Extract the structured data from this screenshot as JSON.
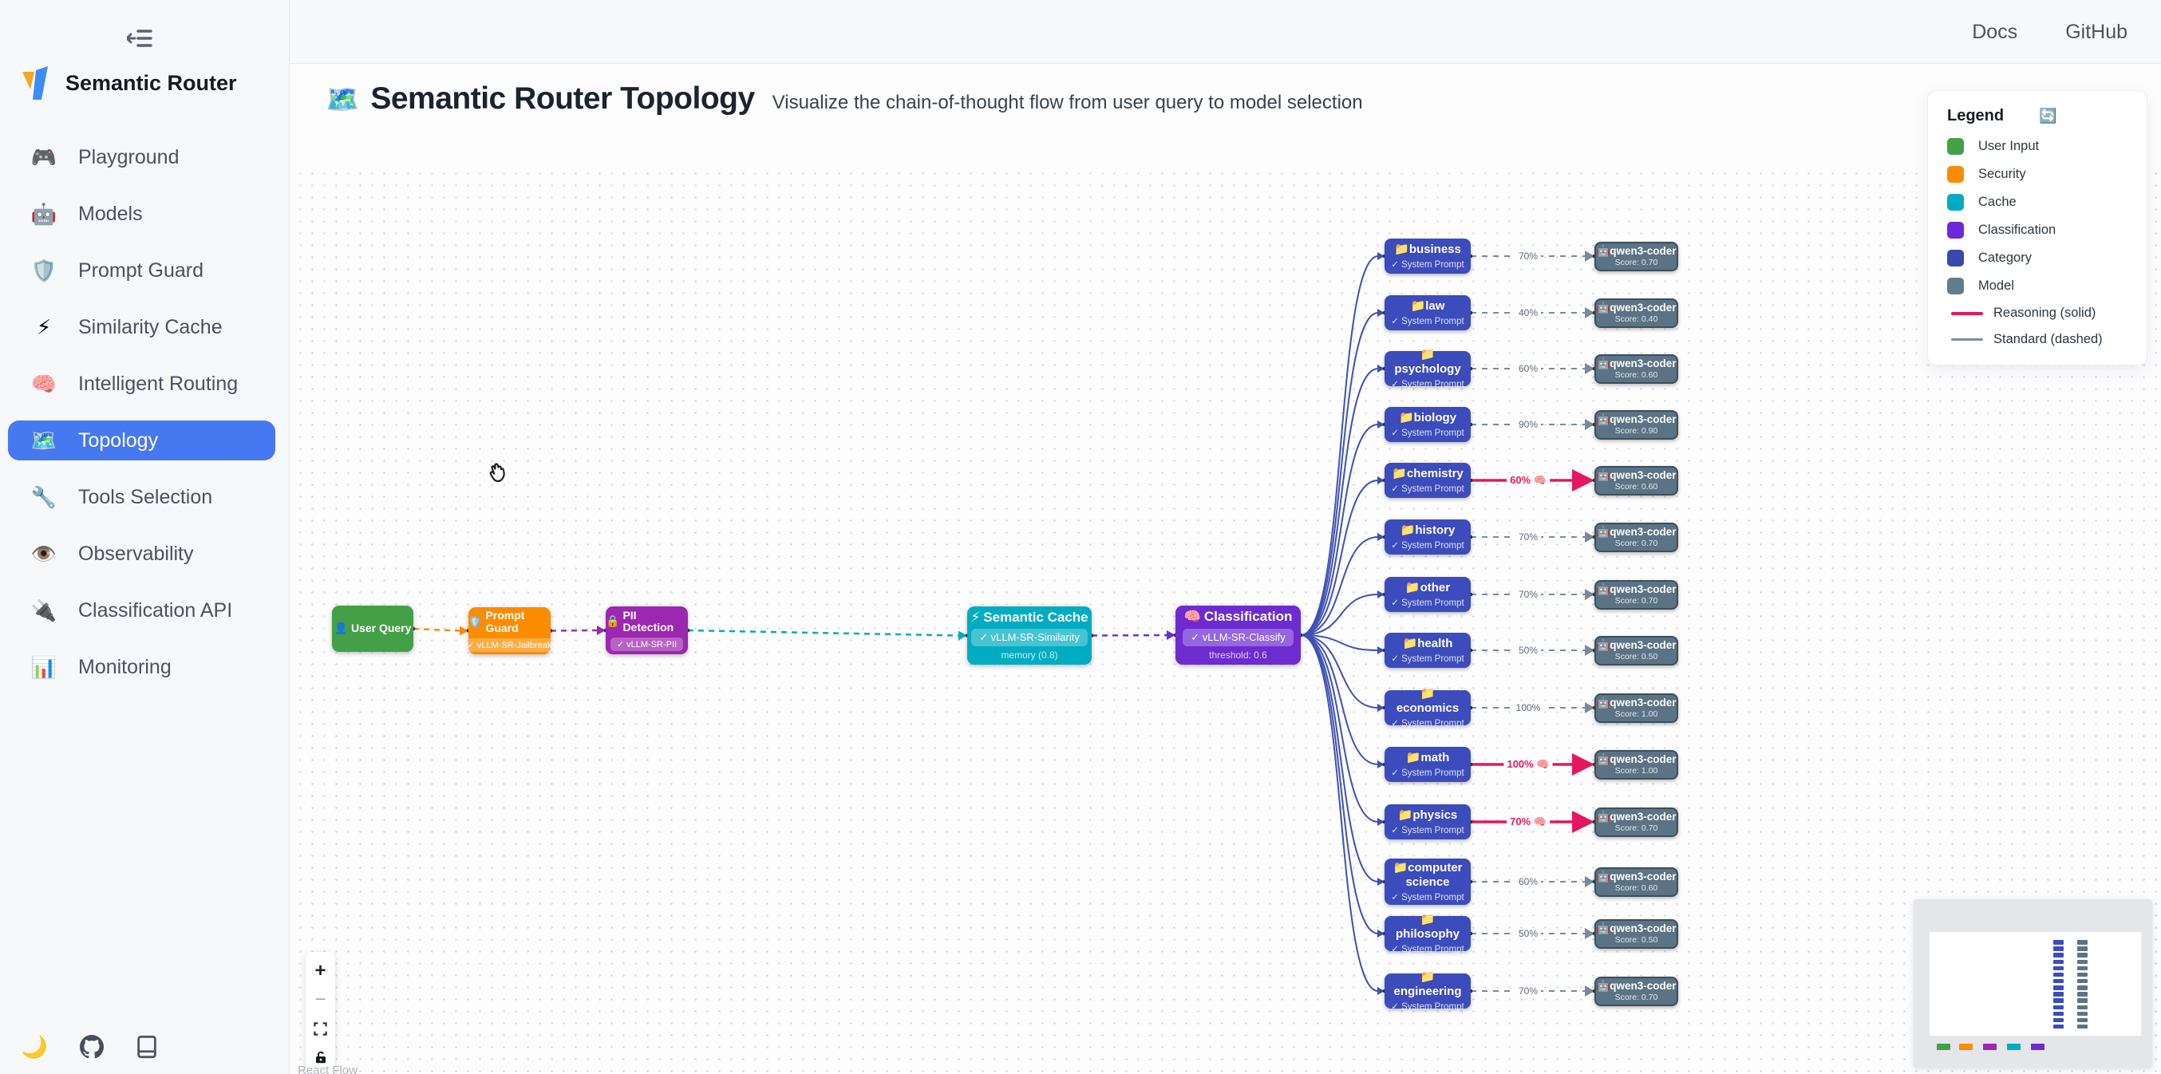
{
  "sidebar": {
    "brand": "Semantic Router",
    "items": [
      {
        "icon": "🎮",
        "label": "Playground",
        "active": false
      },
      {
        "icon": "🤖",
        "label": "Models",
        "active": false
      },
      {
        "icon": "🛡️",
        "label": "Prompt Guard",
        "active": false
      },
      {
        "icon": "⚡",
        "label": "Similarity Cache",
        "active": false
      },
      {
        "icon": "🧠",
        "label": "Intelligent Routing",
        "active": false
      },
      {
        "icon": "🗺️",
        "label": "Topology",
        "active": true
      },
      {
        "icon": "🔧",
        "label": "Tools Selection",
        "active": false
      },
      {
        "icon": "👁️",
        "label": "Observability",
        "active": false
      },
      {
        "icon": "🔌",
        "label": "Classification API",
        "active": false
      },
      {
        "icon": "📊",
        "label": "Monitoring",
        "active": false
      }
    ],
    "footer": {
      "theme_icon": "🌙"
    }
  },
  "topbar": {
    "links": [
      "Docs",
      "GitHub"
    ]
  },
  "header": {
    "emoji": "🗺️",
    "title": "Semantic Router Topology",
    "subtitle": "Visualize the chain-of-thought flow from user query to model selection"
  },
  "pipeline": [
    {
      "id": "user-query",
      "icon": "👤",
      "label": "User Query",
      "color": "#43A047"
    },
    {
      "id": "prompt-guard",
      "icon": "🛡️",
      "label": "Prompt Guard",
      "badge": "✓ vLLM-SR-Jailbreak",
      "color": "#FB8C00"
    },
    {
      "id": "pii-detection",
      "icon": "🔒",
      "label": "PII Detection",
      "badge": "✓ vLLM-SR-PII",
      "color": "#9C27B0"
    },
    {
      "id": "semantic-cache",
      "icon": "⚡",
      "label": "Semantic Cache",
      "badge": "✓ vLLM-SR-Similarity",
      "sub": "memory (0.8)",
      "color": "#00ACC1"
    },
    {
      "id": "classification",
      "icon": "🧠",
      "label": "Classification",
      "badge": "✓ vLLM-SR-Classify",
      "sub": "threshold: 0.6",
      "color": "#6D2BD0"
    }
  ],
  "category_sub": "✓ System Prompt",
  "category_icon": "📁",
  "model": {
    "icon": "🤖",
    "label": "qwen3-coder"
  },
  "reasoning_icon": "🧠",
  "categories": [
    {
      "name": "business",
      "pct": "70%",
      "score": "Score: 0.70",
      "reasoning": false
    },
    {
      "name": "law",
      "pct": "40%",
      "score": "Score: 0.40",
      "reasoning": false
    },
    {
      "name": "psychology",
      "pct": "60%",
      "score": "Score: 0.60",
      "reasoning": false
    },
    {
      "name": "biology",
      "pct": "90%",
      "score": "Score: 0.90",
      "reasoning": false
    },
    {
      "name": "chemistry",
      "pct": "60%",
      "score": "Score: 0.60",
      "reasoning": true
    },
    {
      "name": "history",
      "pct": "70%",
      "score": "Score: 0.70",
      "reasoning": false
    },
    {
      "name": "other",
      "pct": "70%",
      "score": "Score: 0.70",
      "reasoning": false
    },
    {
      "name": "health",
      "pct": "50%",
      "score": "Score: 0.50",
      "reasoning": false
    },
    {
      "name": "economics",
      "pct": "100%",
      "score": "Score: 1.00",
      "reasoning": false
    },
    {
      "name": "math",
      "pct": "100%",
      "score": "Score: 1.00",
      "reasoning": true
    },
    {
      "name": "physics",
      "pct": "70%",
      "score": "Score: 0.70",
      "reasoning": true
    },
    {
      "name": "computer science",
      "pct": "60%",
      "score": "Score: 0.60",
      "reasoning": false
    },
    {
      "name": "philosophy",
      "pct": "50%",
      "score": "Score: 0.50",
      "reasoning": false
    },
    {
      "name": "engineering",
      "pct": "70%",
      "score": "Score: 0.70",
      "reasoning": false
    }
  ],
  "legend": {
    "title": "Legend",
    "reload_icon": "🔄",
    "items": [
      {
        "label": "User Input",
        "color": "#43A047"
      },
      {
        "label": "Security",
        "color": "#FB8C00"
      },
      {
        "label": "Cache",
        "color": "#00ACC1"
      },
      {
        "label": "Classification",
        "color": "#6D28D9"
      },
      {
        "label": "Category",
        "color": "#3949AB"
      },
      {
        "label": "Model",
        "color": "#607D8B"
      }
    ],
    "lines": [
      {
        "label": "Reasoning (solid)",
        "color": "#E5175E",
        "thickness": 4
      },
      {
        "label": "Standard (dashed)",
        "color": "#78909C",
        "thickness": 2.5
      }
    ]
  },
  "controls": {
    "zoom_in": "+",
    "zoom_out": "−"
  },
  "attribution": "React Flow",
  "colors": {
    "category_node": "#3C4CBC",
    "model_node": "#5B7384",
    "fan_edge": "#3F51B5",
    "standard_edge": "#7B8A97",
    "reasoning_edge": "#E5175E"
  }
}
